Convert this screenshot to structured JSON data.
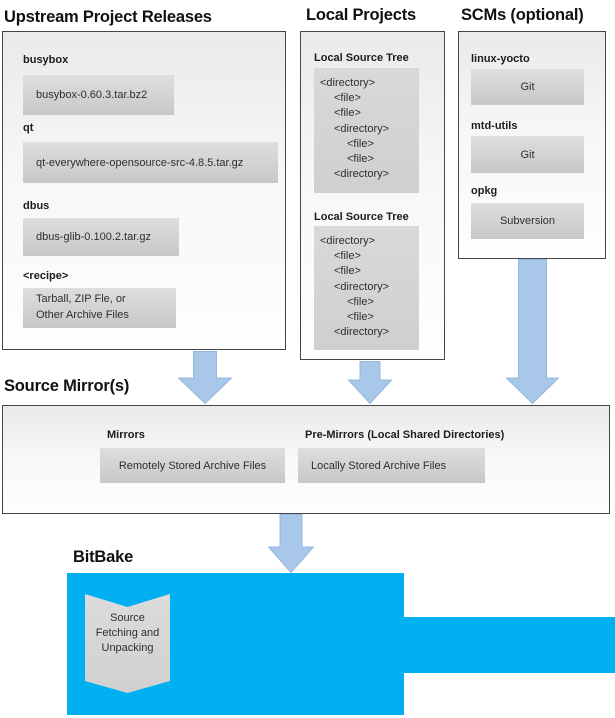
{
  "colors": {
    "bitbake_cyan": "#00b0f0",
    "arrow_blue": "#a9c7e8",
    "panel_border_gray": "#454545",
    "item_gray": "#d2d2d2"
  },
  "upstream": {
    "title": "Upstream Project Releases",
    "items": [
      {
        "label": "busybox",
        "file": "busybox-0.60.3.tar.bz2"
      },
      {
        "label": "qt",
        "file": "qt-everywhere-opensource-src-4.8.5.tar.gz"
      },
      {
        "label": "dbus",
        "file": "dbus-glib-0.100.2.tar.gz"
      },
      {
        "label": "<recipe>",
        "file": "Tarball, ZIP Fle, or\nOther Archive Files"
      }
    ]
  },
  "local_projects": {
    "title": "Local Projects",
    "trees": [
      {
        "heading": "Local Source Tree",
        "lines": [
          {
            "text": "<directory>",
            "indent": 0
          },
          {
            "text": "<file>",
            "indent": 1
          },
          {
            "text": "<file>",
            "indent": 1
          },
          {
            "text": "<directory>",
            "indent": 1
          },
          {
            "text": "<file>",
            "indent": 2
          },
          {
            "text": "<file>",
            "indent": 2
          },
          {
            "text": "<directory>",
            "indent": 1
          }
        ]
      },
      {
        "heading": "Local Source Tree",
        "lines": [
          {
            "text": "<directory>",
            "indent": 0
          },
          {
            "text": "<file>",
            "indent": 1
          },
          {
            "text": "<file>",
            "indent": 1
          },
          {
            "text": "<directory>",
            "indent": 1
          },
          {
            "text": "<file>",
            "indent": 2
          },
          {
            "text": "<file>",
            "indent": 2
          },
          {
            "text": "<directory>",
            "indent": 1
          }
        ]
      }
    ]
  },
  "scms": {
    "title": "SCMs (optional)",
    "items": [
      {
        "label": "linux-yocto",
        "scm": "Git"
      },
      {
        "label": "mtd-utils",
        "scm": "Git"
      },
      {
        "label": "opkg",
        "scm": "Subversion"
      }
    ]
  },
  "source_mirrors": {
    "title": "Source Mirror(s)",
    "mirrors": {
      "label": "Mirrors",
      "value": "Remotely Stored Archive Files"
    },
    "pre_mirrors": {
      "label": "Pre-Mirrors (Local Shared Directories)",
      "value": "Locally Stored Archive Files"
    }
  },
  "bitbake": {
    "title": "BitBake",
    "process": "Source\nFetching and\nUnpacking"
  }
}
